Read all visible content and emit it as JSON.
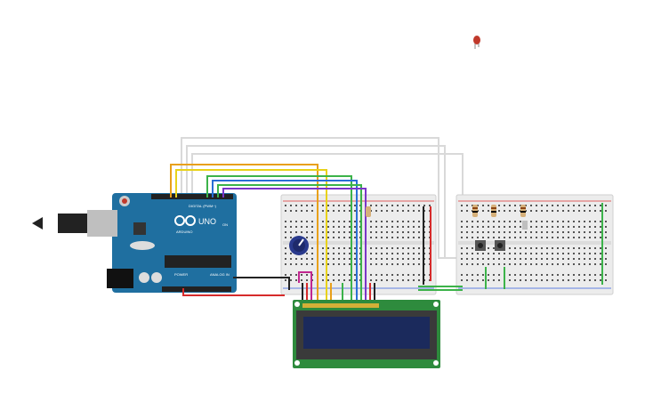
{
  "board": {
    "brand": "UNO",
    "maker": "ARDUINO",
    "digital_label": "DIGITAL (PWM~)",
    "power_label": "POWER",
    "analog_label": "ANALOG IN",
    "on_label": "ON"
  },
  "colors": {
    "board": "#1f6fa0",
    "breadboard": "#ececec",
    "lcd_pcb": "#2e8b3d",
    "lcd_screen": "#1b2a5c",
    "wire_orange": "#e8a01a",
    "wire_yellow": "#e8d21a",
    "wire_green": "#3cb34a",
    "wire_blue": "#2a6fd6",
    "wire_purple": "#7a35c8",
    "wire_gray": "#d9d9d9",
    "wire_red": "#d62b2b",
    "wire_black": "#222222",
    "wire_magenta": "#c1278f",
    "led": "#c0392b"
  }
}
